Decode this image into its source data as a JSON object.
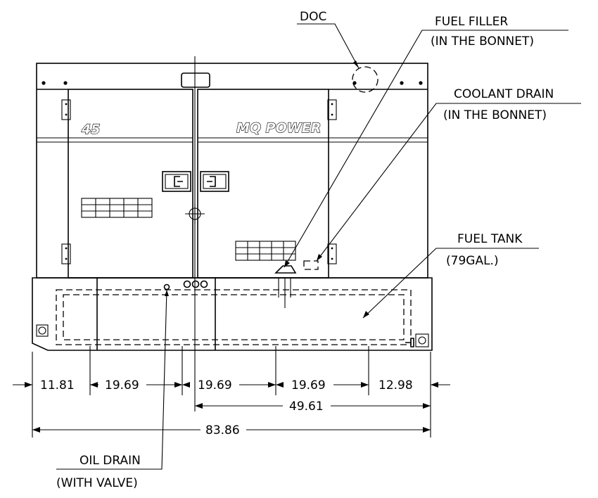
{
  "labels": {
    "doc": "DOC",
    "fuel_filler_1": "FUEL FILLER",
    "fuel_filler_2": "(IN THE BONNET)",
    "coolant_drain_1": "COOLANT DRAIN",
    "coolant_drain_2": "(IN THE BONNET)",
    "fuel_tank_1": "FUEL TANK",
    "fuel_tank_2": "(79GAL.)",
    "oil_drain_1": "OIL DRAIN",
    "oil_drain_2": "(WITH VALVE)"
  },
  "logos": {
    "model": "45",
    "brand": "MQ POWER"
  },
  "dimensions": {
    "d1": "11.81",
    "d2": "19.69",
    "d3": "19.69",
    "d4": "19.69",
    "d5": "12.98",
    "span_right": "49.61",
    "overall": "83.86"
  }
}
